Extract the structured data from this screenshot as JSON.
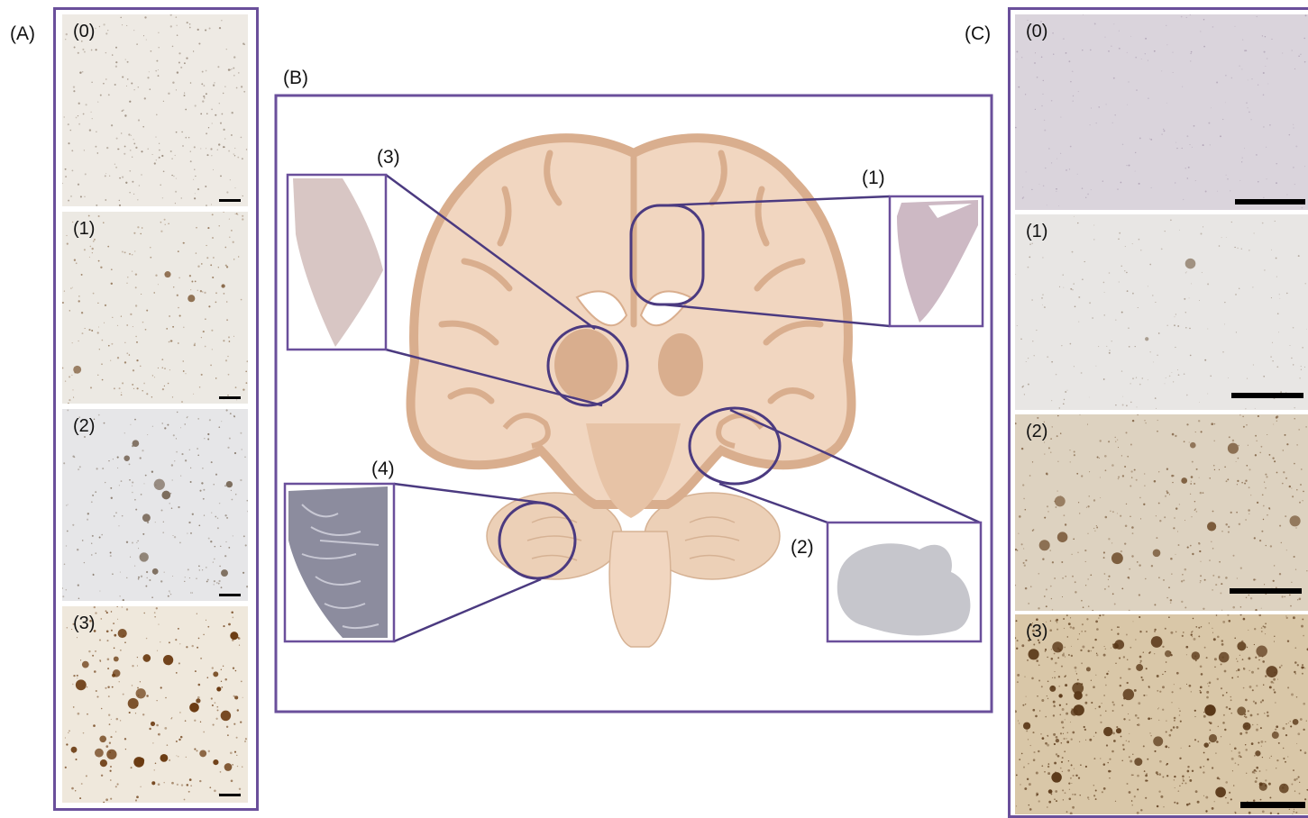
{
  "panels": {
    "A": {
      "label": "(A)",
      "tiles": [
        {
          "grade": "(0)",
          "bg": "#eeeae4",
          "dot": "#8a7a6a"
        },
        {
          "grade": "(1)",
          "bg": "#ece9e3",
          "dot": "#8a6a4a"
        },
        {
          "grade": "(2)",
          "bg": "#e6e6e8",
          "dot": "#7a6a5a"
        },
        {
          "grade": "(3)",
          "bg": "#efe8dc",
          "dot": "#6a3a10"
        }
      ]
    },
    "B": {
      "label": "(B)",
      "regions": [
        {
          "number": "(1)"
        },
        {
          "number": "(2)"
        },
        {
          "number": "(3)"
        },
        {
          "number": "(4)"
        }
      ]
    },
    "C": {
      "label": "(C)",
      "tiles": [
        {
          "grade": "(0)",
          "bg": "#dad4dc",
          "dot": "#a89aae"
        },
        {
          "grade": "(1)",
          "bg": "#e8e6e4",
          "dot": "#9a8a7a"
        },
        {
          "grade": "(2)",
          "bg": "#ddd2c0",
          "dot": "#7a5a3a"
        },
        {
          "grade": "(3)",
          "bg": "#d9c7a8",
          "dot": "#5a3818"
        }
      ]
    }
  },
  "colors": {
    "frame": "#6a4f9b",
    "brain_light": "#f1d6c0",
    "brain_dark": "#d9ae8e",
    "brain_mid": "#e7c3a6"
  }
}
